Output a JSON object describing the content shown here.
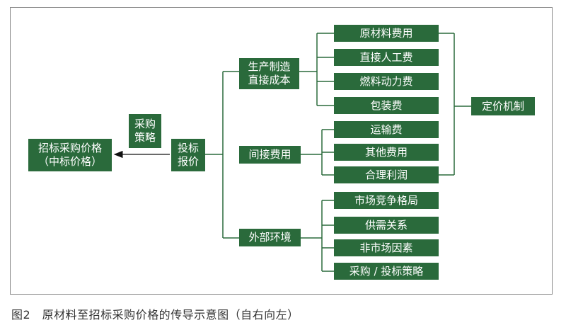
{
  "figure": {
    "caption": "图2　原材料至招标采购价格的传导示意图（自右向左）",
    "colors": {
      "box_fill": "#2a6a3b",
      "line": "#2a6a3b",
      "text_on_box": "#ffffff"
    }
  },
  "nodes": {
    "result": "招标采购价格\n（中标价格）",
    "strategy": "采购\n策略",
    "bid": "投标\n报价",
    "production": "生产制造\n直接成本",
    "indirect": "间接费用",
    "external": "外部环境",
    "pricing": "定价机制",
    "raw_material": "原材料费用",
    "labor": "直接人工费",
    "fuel_power": "燃料动力费",
    "packaging": "包装费",
    "transport": "运输费",
    "other": "其他费用",
    "profit": "合理利润",
    "competition": "市场竞争格局",
    "supply_demand": "供需关系",
    "non_market": "非市场因素",
    "procure_bid_strategy": "采购 / 投标策略"
  }
}
